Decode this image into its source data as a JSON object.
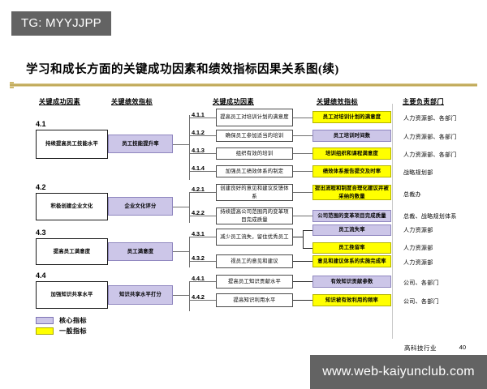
{
  "badge": {
    "text": "TG: MYYJJPP"
  },
  "title": "学习和成长方面的关键成功因素和绩效指标因果关系图(续)",
  "columns": {
    "csf_left": "关键成功因素",
    "kpi_left": "关键绩效指标",
    "csf_right": "关键成功因素",
    "kpi_right": "关键绩效指标",
    "dept": "主要负责部门"
  },
  "sections": [
    {
      "num": "4.1",
      "csf": "持续提高员工技能水平",
      "kpi": "员工技能提升率",
      "kpi_type": "core",
      "items": [
        {
          "num": "4.1.1",
          "csf": "提高员工对培训计划的满意度",
          "kpi": "员工对培训计划的满意度",
          "kpi_type": "general",
          "dept": "人力资源部、各部门"
        },
        {
          "num": "4.1.2",
          "csf": "确保员工参加适当的培训",
          "kpi": "员工培训时间数",
          "kpi_type": "core",
          "dept": "人力资源部、各部门"
        },
        {
          "num": "4.1.3",
          "csf": "组织有效的培训",
          "kpi": "培训组织和课程满意度",
          "kpi_type": "general",
          "dept": "人力资源部、各部门"
        },
        {
          "num": "4.1.4",
          "csf": "加强员工绩效体系的制定",
          "kpi": "绩效体系报告提交及时率",
          "kpi_type": "general",
          "dept": "战略规划部"
        }
      ]
    },
    {
      "num": "4.2",
      "csf": "积极创建企业文化",
      "kpi": "企业文化评分",
      "kpi_type": "core",
      "items": [
        {
          "num": "4.2.1",
          "csf": "创建良好的意见和建议反馈体系",
          "kpi": "提出流程和制度合理化建议并被采纳的数量",
          "kpi_type": "general",
          "dept": "总裁办"
        },
        {
          "num": "4.2.2",
          "csf": "持续提高公司范围内的变革项目完成质量",
          "kpi": "公司范围的变革项目完成质量",
          "kpi_type": "core",
          "dept": "总裁、战略规划体系"
        }
      ]
    },
    {
      "num": "4.3",
      "csf": "提高员工满意度",
      "kpi": "员工满意度",
      "kpi_type": "core",
      "items": [
        {
          "num": "4.3.1",
          "csf": "减少员工流失，留住优秀员工",
          "kpi": "员工流失率",
          "kpi_type": "core",
          "kpi2": "员工挽留率",
          "kpi2_type": "general",
          "dept": "人力资源部",
          "dept2": "人力资源部"
        },
        {
          "num": "4.3.2",
          "csf": "视员工的意见和建议",
          "kpi": "意见和建议体系的实施完成率",
          "kpi_type": "general",
          "dept": "人力资源部"
        }
      ]
    },
    {
      "num": "4.4",
      "csf": "加强知识共享水平",
      "kpi": "知识共享水平打分",
      "kpi_type": "core",
      "items": [
        {
          "num": "4.4.1",
          "csf": "提高员工知识贡献水平",
          "kpi": "有效知识贡献参数",
          "kpi_type": "core",
          "dept": "公司、各部门"
        },
        {
          "num": "4.4.2",
          "csf": "提高知识利用水平",
          "kpi": "知识被有效利用的频率",
          "kpi_type": "general",
          "dept": "公司、各部门"
        }
      ]
    }
  ],
  "legend": [
    {
      "swatch": "core",
      "label": "核心指标"
    },
    {
      "swatch": "general",
      "label": "一般指标"
    }
  ],
  "footer": {
    "industry": "高科技行业",
    "page": "40"
  },
  "watermark": "www.web-kaiyunclub.com",
  "colors": {
    "core_fill": "#CCC6E8",
    "general_fill": "#FFFF00",
    "badge_bg": "#636363",
    "title_rule": "#B99F48"
  }
}
